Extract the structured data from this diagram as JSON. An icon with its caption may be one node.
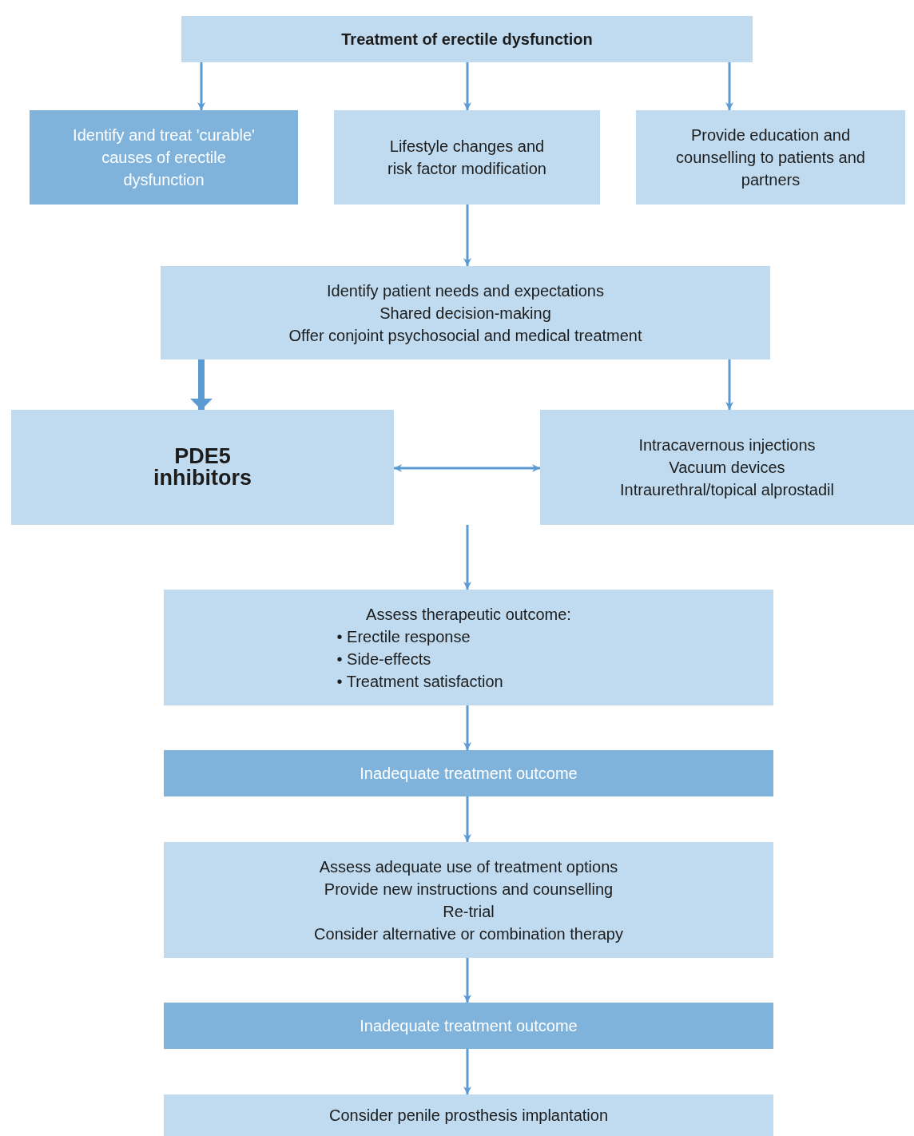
{
  "diagram": {
    "nodes": [
      {
        "text": [
          "Treatment of erectile dysfunction"
        ]
      },
      {
        "text": [
          "Identify and treat 'curable' causes of erectile dysfunction"
        ]
      },
      {
        "text": [
          "Lifestyle changes and risk factor modification"
        ]
      },
      {
        "text": [
          "Provide education and counselling to patients and partners"
        ]
      },
      {
        "text": [
          "Identify patient needs and expectations",
          "Shared decision-making",
          "Offer conjoint psychosocial and medical treatment"
        ]
      },
      {
        "text": [
          "PDE5 inhibitors"
        ]
      },
      {
        "text": [
          "Intracavernous injections",
          "Vacuum devices",
          "Intraurethral/topical alprostadil"
        ]
      },
      {
        "text": [
          "Assess therapeutic outcome:",
          "• Erectile response",
          "• Side-effects",
          "• Treatment satisfaction"
        ]
      },
      {
        "text": [
          "Inadequate treatment outcome"
        ]
      },
      {
        "text": [
          "Assess adequate use of treatment options",
          "Provide new instructions and counselling",
          "Re-trial",
          "Consider alternative or combination therapy"
        ]
      },
      {
        "text": [
          "Inadequate treatment outcome"
        ]
      },
      {
        "text": [
          "Consider penile prosthesis implantation"
        ]
      }
    ],
    "edges": [
      {
        "from": 0,
        "to": 1,
        "arrow": "to"
      },
      {
        "from": 0,
        "to": 2,
        "arrow": "to"
      },
      {
        "from": 0,
        "to": 3,
        "arrow": "to"
      },
      {
        "from": 2,
        "to": 4,
        "arrow": "to"
      },
      {
        "from": 4,
        "to": 5,
        "arrow": "to",
        "style": "thick"
      },
      {
        "from": 4,
        "to": 6,
        "arrow": "to"
      },
      {
        "from": 5,
        "to": 6,
        "arrow": "both"
      },
      {
        "from": null,
        "to": 7,
        "arrow": "to"
      },
      {
        "from": 7,
        "to": 8,
        "arrow": "to"
      },
      {
        "from": 8,
        "to": 9,
        "arrow": "to"
      },
      {
        "from": 9,
        "to": 10,
        "arrow": "to"
      },
      {
        "from": 10,
        "to": 11,
        "arrow": "to"
      }
    ]
  }
}
